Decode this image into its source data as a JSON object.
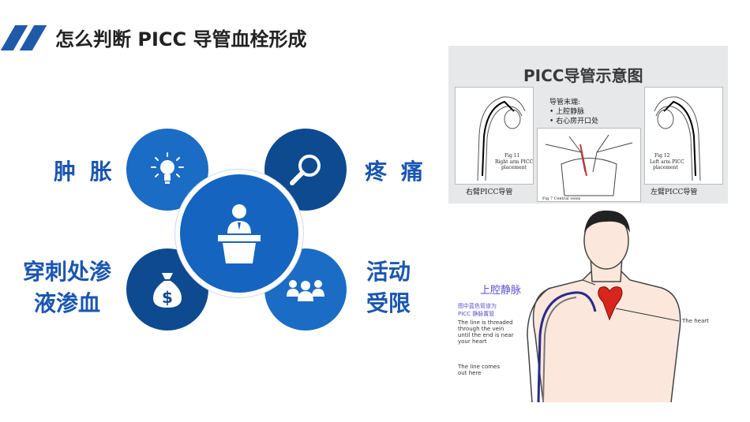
{
  "header": {
    "title": "怎么判断 PICC 导管血栓形成"
  },
  "symptoms": [
    {
      "label": "肿 胀",
      "icon": "lightbulb-icon"
    },
    {
      "label": "疼 痛",
      "icon": "search-icon"
    },
    {
      "label": "穿刺处渗\n液渗血",
      "icon": "money-bag-icon"
    },
    {
      "label": "活动\n受限",
      "icon": "team-icon"
    }
  ],
  "center_icon": "speaker-podium-icon",
  "diagram1": {
    "title": "PICC导管示意图",
    "tip_label": "导管末端:",
    "tip_items": [
      "• 上腔静脉",
      "• 右心房开口处"
    ],
    "left_caption": "右臂PICC导管",
    "right_caption": "左臂PICC导管",
    "fig11": "Fig 11\nRight arm PICC\nplacement",
    "fig12": "Fig 12\nLeft arm PICC\nplacement",
    "fig7": "Fig 7 Central veins"
  },
  "diagram2": {
    "svc_label": "上腔静脉",
    "left_note": "图中蓝色管道为\nPICC 静脉置管",
    "threaded_note": "The line is threaded\nthrough the vein\nuntil the end is near\nyour heart",
    "comes_note": "The line comes\nout here",
    "heart_note": "The heart"
  },
  "colors": {
    "accent": "#1e5aa8",
    "dark_blue": "#0e4a90",
    "mid_blue": "#1a6cc4",
    "label_blue": "#1a56b0"
  }
}
